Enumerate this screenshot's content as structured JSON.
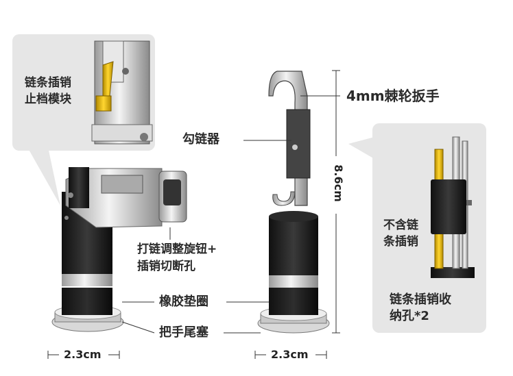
{
  "callout_left": {
    "line1": "链条插销",
    "line2": "止档模块"
  },
  "labels": {
    "chain_hook": "勾链器",
    "ratchet_wrench": "4mm棘轮扳手",
    "adjust_knob_line1": "打链调整旋钮+",
    "adjust_knob_line2": "插销切断孔",
    "rubber_ring": "橡胶垫圈",
    "end_plug": "把手尾塞"
  },
  "callout_right": {
    "inner_line1": "不含链",
    "inner_line2": "条插销",
    "bottom_line1": "链条插销收",
    "bottom_line2": "纳孔*2"
  },
  "dimensions": {
    "width_left": "2.3cm",
    "width_right": "2.3cm",
    "height": "8.6cm"
  },
  "colors": {
    "callout_bg": "#e6e6e6",
    "accent_yellow": "#f2c200",
    "tool_black": "#1e1e1e",
    "metal": "#c9c9c9"
  }
}
